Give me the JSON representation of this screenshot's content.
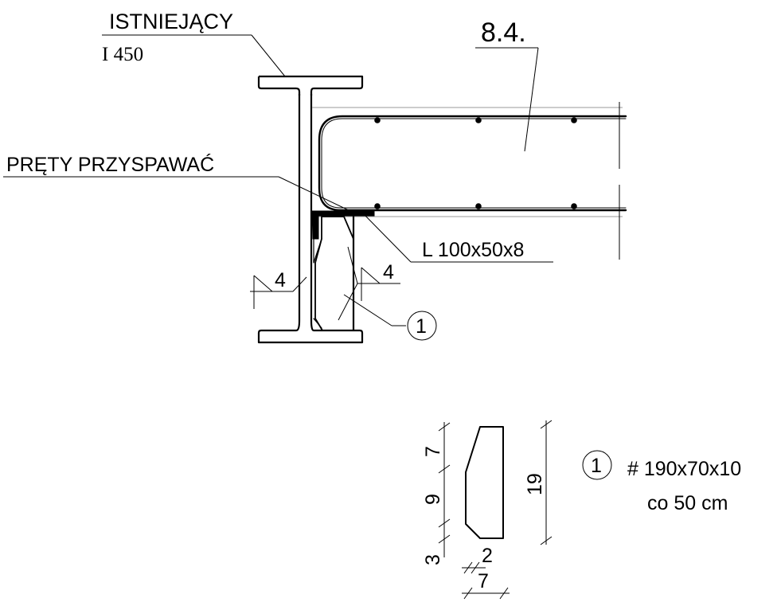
{
  "labels": {
    "existing_beam_title": "ISTNIEJĄCY",
    "existing_beam_profile": "I 450",
    "element_ref": "8.4.",
    "weld_bars_note": "PRĘTY PRZYSPAWAĆ",
    "angle_profile": "L 100x50x8",
    "weld_size_left": "4",
    "weld_size_right": "4",
    "plate_marker_top": "1",
    "plate_marker_detail": "1",
    "plate_spec": "# 190x70x10",
    "plate_spacing": "co 50 cm"
  },
  "dimensions": {
    "left_top": "7",
    "left_middle": "9",
    "left_bottom": "3",
    "right_total": "19",
    "bottom_small": "2",
    "bottom_total": "7"
  },
  "colors": {
    "line": "#000000",
    "background": "#ffffff",
    "slab_edge": "#9a9a9a"
  }
}
